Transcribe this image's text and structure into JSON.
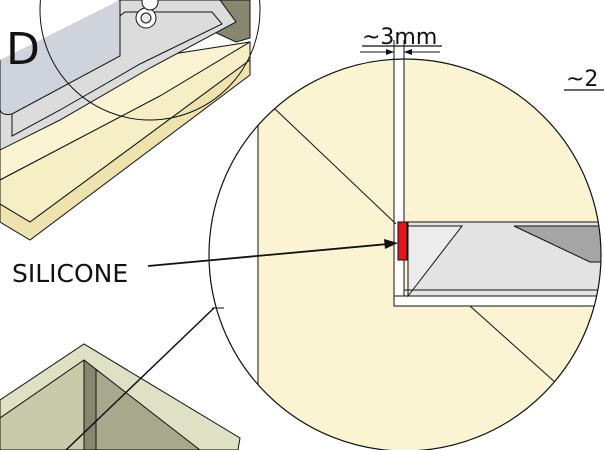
{
  "view_label": "D",
  "gap_dimension": "~3mm",
  "right_dimension": "~2",
  "callout_label": "SILICONE",
  "colors": {
    "wood": "#fbf4d2",
    "wood_edge": "#f3e9b8",
    "panel_gray": "#e3e3e3",
    "panel_dark": "#a5a5a5",
    "box_dark": "#86876d",
    "box_mid": "#a8a98c",
    "box_side": "#c9caa9",
    "silicone": "#e3141b",
    "line": "#111111"
  }
}
